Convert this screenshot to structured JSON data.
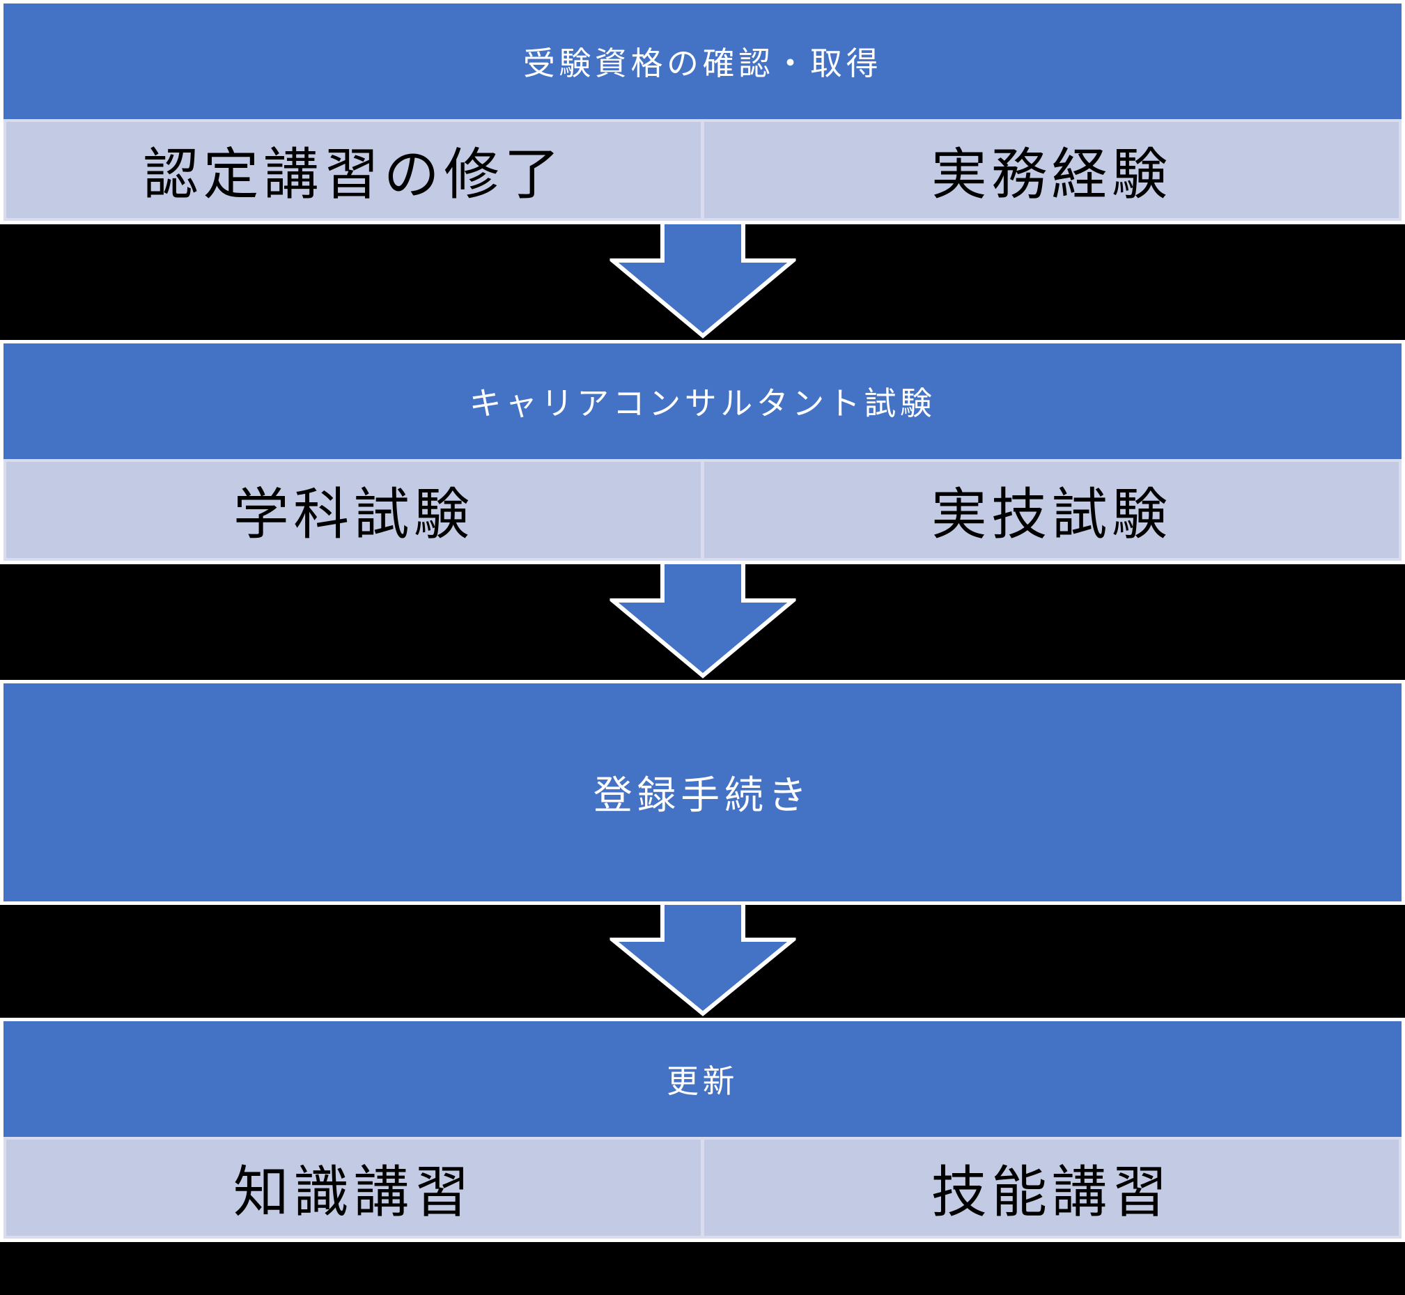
{
  "diagram": {
    "background_color": "#000000",
    "accent_blue": "#4472c4",
    "cell_fill": "#c2cbe3",
    "cell_border_color": "#d8dcee",
    "outline_color": "#ffffff",
    "stage1": {
      "title": "受験資格の確認・取得",
      "cells": [
        "認定講習の修了",
        "実務経験"
      ]
    },
    "stage2": {
      "title": "キャリアコンサルタント試験",
      "cells": [
        "学科試験",
        "実技試験"
      ]
    },
    "stage3": {
      "title": "登録手続き"
    },
    "stage4": {
      "title": "更新",
      "cells": [
        "知識講習",
        "技能講習"
      ]
    }
  }
}
